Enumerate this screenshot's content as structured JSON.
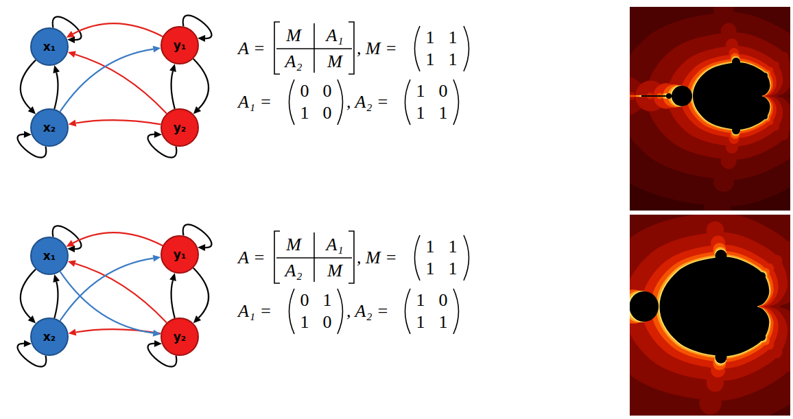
{
  "diagram": {
    "nodes": [
      {
        "text": [
          "x₁"
        ]
      },
      {
        "text": [
          "x₂"
        ]
      },
      {
        "text": [
          "y₁"
        ]
      },
      {
        "text": [
          "y₂"
        ]
      },
      {
        "text": [
          "x₁"
        ]
      },
      {
        "text": [
          "x₂"
        ]
      },
      {
        "text": [
          "y₁"
        ]
      },
      {
        "text": [
          "y₂"
        ]
      }
    ],
    "edges": [
      {
        "from": 0,
        "to": 0,
        "arrow": "to"
      },
      {
        "from": 1,
        "to": 1,
        "arrow": "to"
      },
      {
        "from": 2,
        "to": 2,
        "arrow": "to"
      },
      {
        "from": 3,
        "to": 3,
        "arrow": "to"
      },
      {
        "from": 0,
        "to": 1,
        "arrow": "to"
      },
      {
        "from": 1,
        "to": 0,
        "arrow": "to"
      },
      {
        "from": 2,
        "to": 3,
        "arrow": "to"
      },
      {
        "from": 3,
        "to": 2,
        "arrow": "to"
      },
      {
        "from": 2,
        "to": 0,
        "arrow": "to"
      },
      {
        "from": 3,
        "to": 0,
        "arrow": "to"
      },
      {
        "from": 3,
        "to": 1,
        "arrow": "to"
      },
      {
        "from": 1,
        "to": 2,
        "arrow": "to"
      },
      {
        "from": 4,
        "to": 4,
        "arrow": "to"
      },
      {
        "from": 5,
        "to": 5,
        "arrow": "to"
      },
      {
        "from": 6,
        "to": 6,
        "arrow": "to"
      },
      {
        "from": 7,
        "to": 7,
        "arrow": "to"
      },
      {
        "from": 4,
        "to": 5,
        "arrow": "to"
      },
      {
        "from": 5,
        "to": 4,
        "arrow": "to"
      },
      {
        "from": 6,
        "to": 7,
        "arrow": "to"
      },
      {
        "from": 7,
        "to": 6,
        "arrow": "to"
      },
      {
        "from": 6,
        "to": 4,
        "arrow": "to"
      },
      {
        "from": 7,
        "to": 4,
        "arrow": "to"
      },
      {
        "from": 7,
        "to": 5,
        "arrow": "to"
      },
      {
        "from": 5,
        "to": 6,
        "arrow": "to"
      },
      {
        "from": 4,
        "to": 7,
        "arrow": "to"
      }
    ],
    "labels": [
      "A =",
      "M",
      "A₁",
      "A₂",
      "M",
      ", M =",
      "1",
      "1",
      "1",
      "1",
      "A₁ =",
      "0",
      "0",
      "1",
      "0",
      ", A₂ =",
      "1",
      "0",
      "1",
      "1",
      "A =",
      "M",
      "A₁",
      "A₂",
      "M",
      ", M =",
      "1",
      "1",
      "1",
      "1",
      "A₁ =",
      "0",
      "1",
      "1",
      "0",
      ", A₂ =",
      "1",
      "0",
      "1",
      "1"
    ]
  }
}
